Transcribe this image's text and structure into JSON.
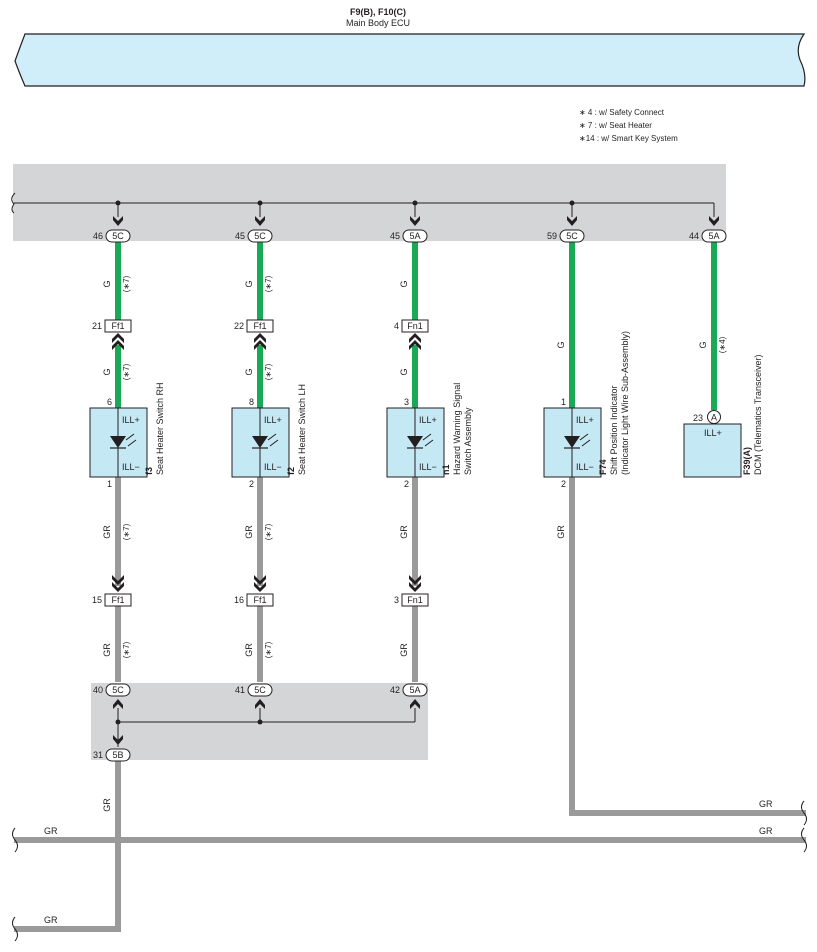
{
  "ecu": {
    "code": "F9(B), F10(C)",
    "name": "Main Body ECU"
  },
  "notes": [
    "∗ 4 : w/ Safety Connect",
    "∗ 7 : w/ Seat Heater",
    "∗14 : w/ Smart Key System"
  ],
  "wire_colors": {
    "G": "#1aaa55",
    "GR": "#9a9a9a",
    "ecu_fill": "#cfeefa",
    "component_fill": "#c4e8f4",
    "junction_fill": "#d4d5d7"
  },
  "top_pins": [
    {
      "pin": "46",
      "conn": "5C"
    },
    {
      "pin": "45",
      "conn": "5C"
    },
    {
      "pin": "45",
      "conn": "5A"
    },
    {
      "pin": "59",
      "conn": "5C"
    },
    {
      "pin": "44",
      "conn": "5A"
    }
  ],
  "wire_labels": {
    "green": "G",
    "gray": "GR"
  },
  "options": {
    "seat": "(∗7)",
    "dcm": "(∗4)"
  },
  "upper_splices": [
    {
      "pin": "21",
      "conn": "Ff1"
    },
    {
      "pin": "22",
      "conn": "Ff1"
    },
    {
      "pin": "4",
      "conn": "Fn1"
    }
  ],
  "lower_splices": [
    {
      "pin": "15",
      "conn": "Ff1"
    },
    {
      "pin": "16",
      "conn": "Ff1"
    },
    {
      "pin": "3",
      "conn": "Fn1"
    }
  ],
  "ill_plus": "ILL+",
  "ill_minus": "ILL−",
  "components": [
    {
      "code": "f3",
      "line1": "Seat Heater Switch RH",
      "line2": "",
      "pin_top": "6",
      "pin_bottom": "1"
    },
    {
      "code": "f2",
      "line1": "Seat Heater Switch LH",
      "line2": "",
      "pin_top": "8",
      "pin_bottom": "2"
    },
    {
      "code": "n1",
      "line1": "Hazard Warning Signal",
      "line2": "Switch Assembly",
      "pin_top": "3",
      "pin_bottom": "2"
    },
    {
      "code": "F74",
      "line1": "Shift Position Indicator",
      "line2": "(Indicator Light Wire Sub-Assembly)",
      "pin_top": "1",
      "pin_bottom": "2"
    }
  ],
  "dcm": {
    "code": "F39(A)",
    "name": "DCM (Telematics Transceiver)",
    "pin": "23",
    "conn": "A"
  },
  "bottom_pins": [
    {
      "pin": "40",
      "conn": "5C"
    },
    {
      "pin": "41",
      "conn": "5C"
    },
    {
      "pin": "42",
      "conn": "5A"
    }
  ],
  "exit_pin": {
    "pin": "31",
    "conn": "5B"
  }
}
